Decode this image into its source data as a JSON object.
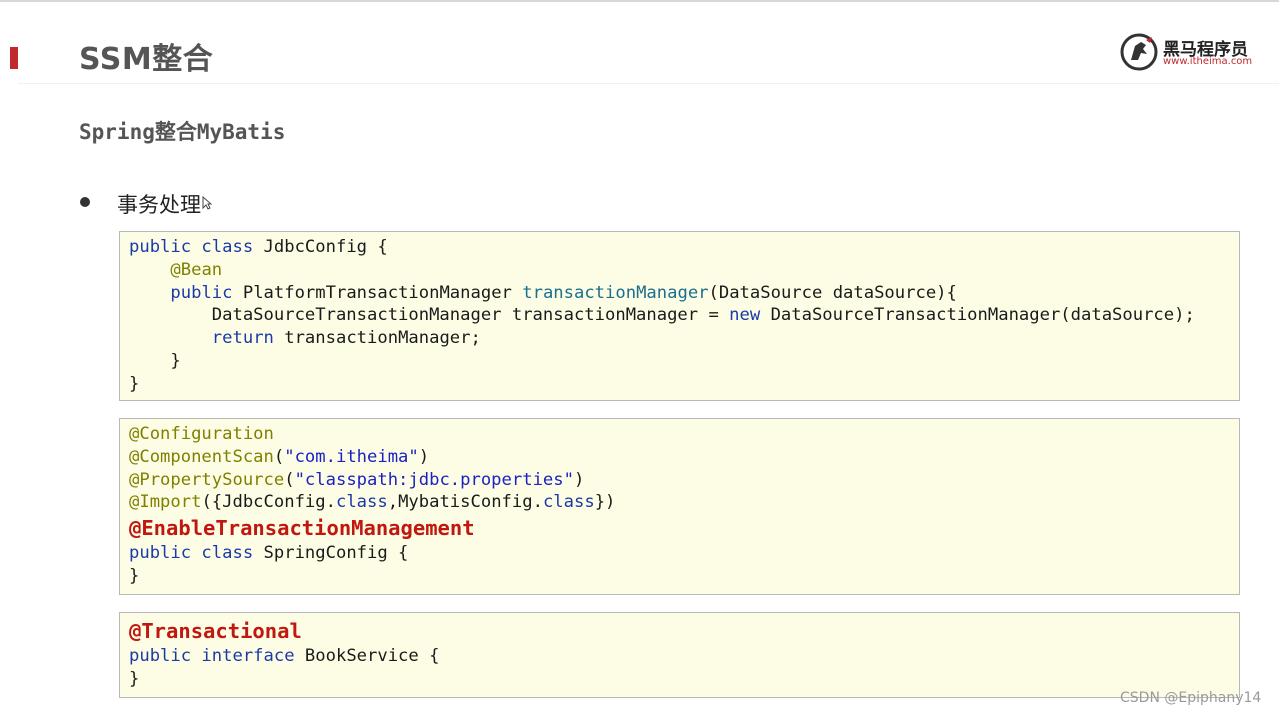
{
  "header": {
    "title": "SSM整合",
    "accent_color": "#c0282d"
  },
  "logo": {
    "icon": "horse-logo-icon",
    "name": "黑马程序员",
    "url": "www.itheima.com"
  },
  "subtitle": "Spring整合MyBatis",
  "bullet": {
    "text": "事务处理"
  },
  "code_blocks": [
    {
      "lines": [
        "public class JdbcConfig {",
        "    @Bean",
        "    public PlatformTransactionManager transactionManager(DataSource dataSource){",
        "        DataSourceTransactionManager transactionManager = new DataSourceTransactionManager(dataSource);",
        "        return transactionManager;",
        "    }",
        "}"
      ]
    },
    {
      "lines": [
        "@Configuration",
        "@ComponentScan(\"com.itheima\")",
        "@PropertySource(\"classpath:jdbc.properties\")",
        "@Import({JdbcConfig.class,MybatisConfig.class})",
        "@EnableTransactionManagement",
        "public class SpringConfig {",
        "}"
      ]
    },
    {
      "lines": [
        "@Transactional",
        "public interface BookService {",
        "}"
      ]
    }
  ],
  "colors": {
    "code_background": "#fdfde6",
    "keyword": "#1a3aa8",
    "annotation": "#808000",
    "string": "#1a22c0",
    "highlight_annotation": "#c0170f"
  },
  "watermark": "CSDN @Epiphany14"
}
